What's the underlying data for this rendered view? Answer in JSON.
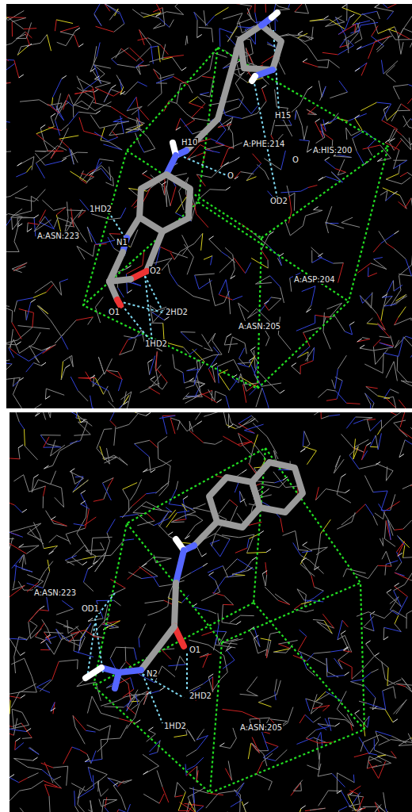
{
  "diagram": {
    "labels": [
      "H15",
      "H10",
      "A:PHE:214",
      "A:HIS:200",
      "O",
      "O",
      "OD2",
      "A:ASP:204",
      "1HD2",
      "A:ASN:223",
      "N1",
      "O2",
      "O1",
      "2HD2",
      "1HD2",
      "A:ASN:205",
      "A:ASN:223",
      "OD1",
      "N2",
      "O1",
      "2HD2",
      "1HD2",
      "A:ASN:205"
    ]
  }
}
